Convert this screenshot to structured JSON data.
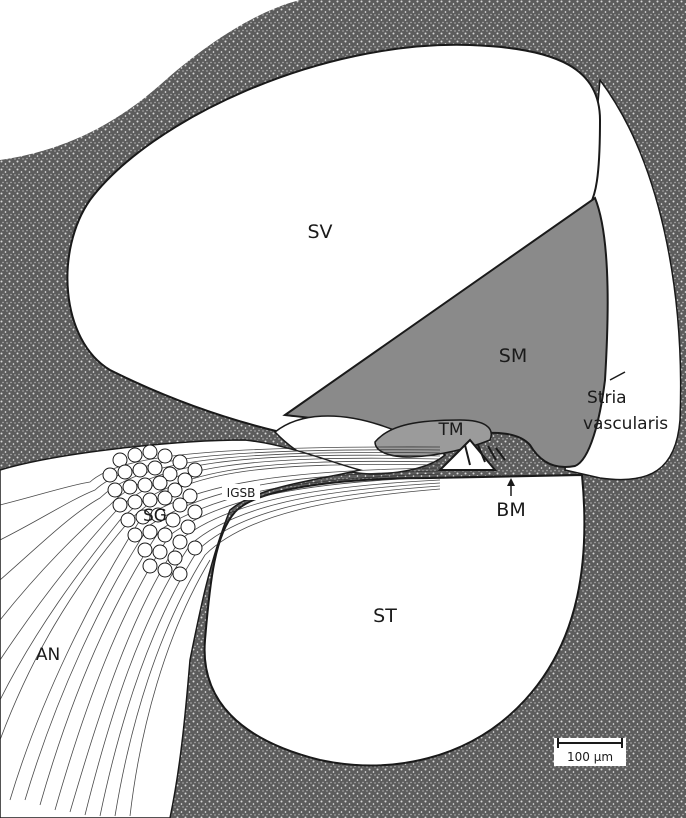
{
  "labels": {
    "sv": "SV",
    "sm": "SM",
    "st": "ST",
    "tm": "TM",
    "bm": "BM",
    "sg": "SG",
    "an": "AN",
    "igsb": "IGSB",
    "stria_line1": "Stria",
    "stria_line2": "vascularis"
  },
  "scale_bar": {
    "label": "100 µm"
  },
  "colors": {
    "bone": "#5c5c5c",
    "duct": "#8a8a8a",
    "outline": "#1a1a1a",
    "fluid_space": "#ffffff"
  }
}
